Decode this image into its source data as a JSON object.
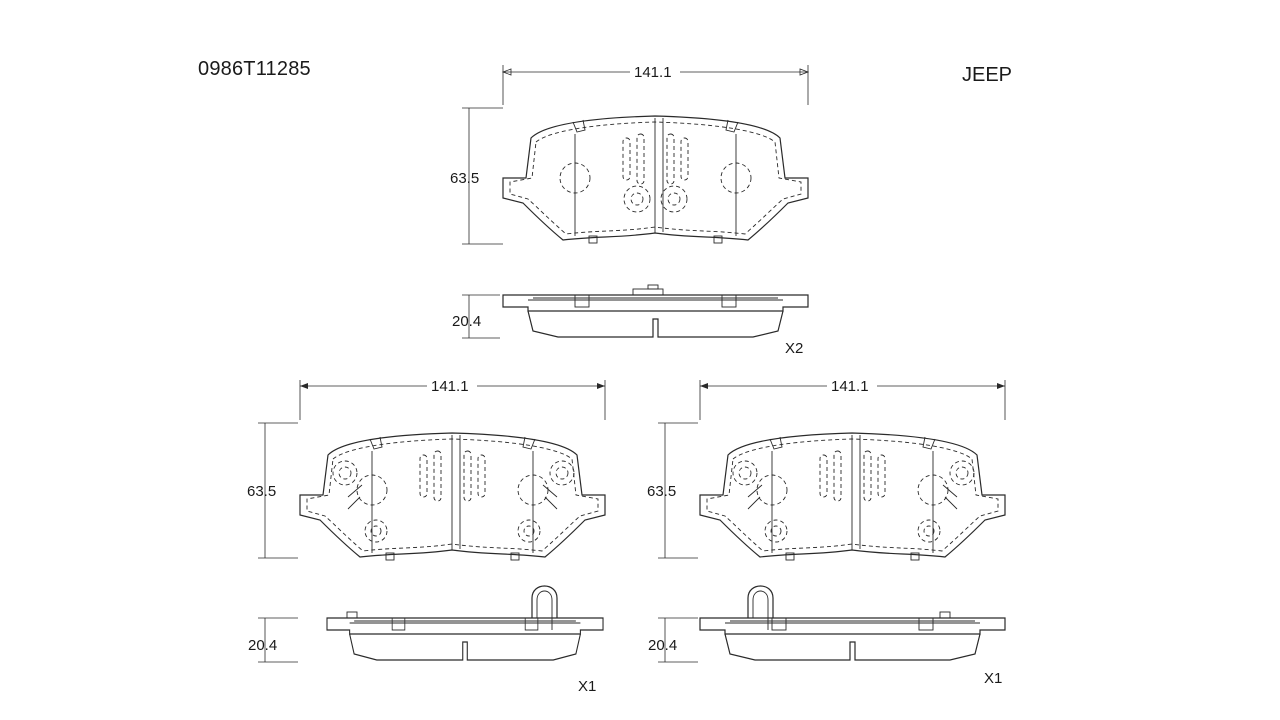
{
  "header": {
    "part_number": "0986T11285",
    "brand": "JEEP"
  },
  "views": [
    {
      "id": "pad-top",
      "width_label": "141.1",
      "height_label": "63.5",
      "thickness_label": "20.4",
      "quantity_label": "X2"
    },
    {
      "id": "pad-bottom-left",
      "width_label": "141.1",
      "height_label": "63.5",
      "thickness_label": "20.4",
      "quantity_label": "X1"
    },
    {
      "id": "pad-bottom-right",
      "width_label": "141.1",
      "height_label": "63.5",
      "thickness_label": "20.4",
      "quantity_label": "X1"
    }
  ],
  "colors": {
    "line": "#2a2a2a",
    "background": "#ffffff"
  }
}
